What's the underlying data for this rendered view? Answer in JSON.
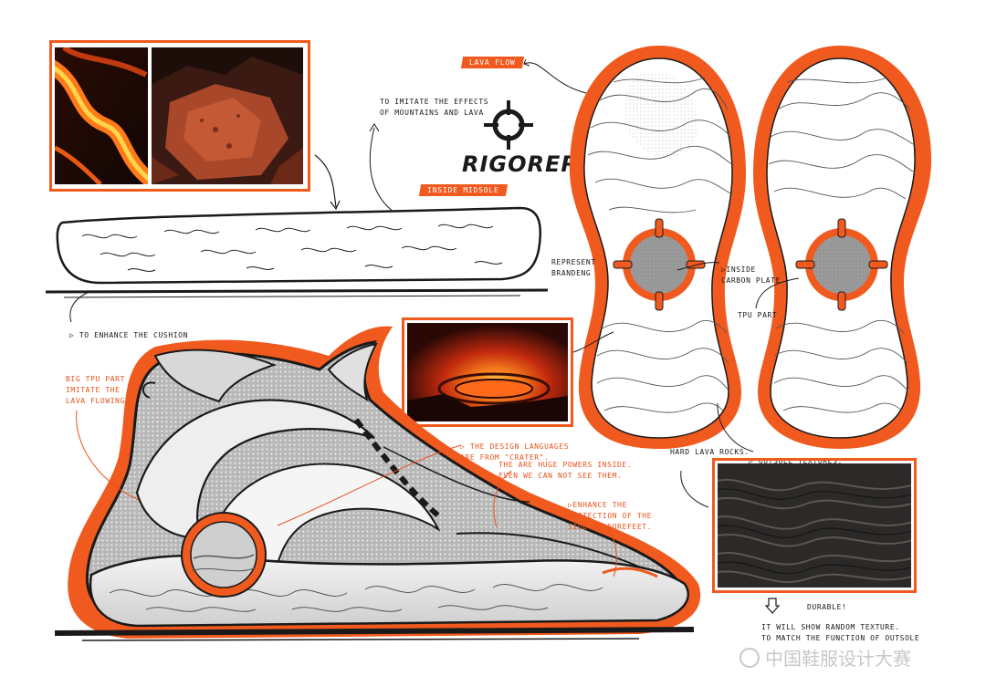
{
  "brand": {
    "name": "RIGORER",
    "logo_icon": "crosshair-logo-icon"
  },
  "colors": {
    "accent": "#f05a1e",
    "ink": "#1a1a1a",
    "paper": "#ffffff"
  },
  "labels": {
    "lava_flow": "LAVA FLOW",
    "inside_midsole": "INSIDE MIDSOLE"
  },
  "annotations": {
    "imitate_effects": "TO IMITATE THE EFFECTS\nOF MOUNTAINS AND LAVA",
    "enhance_cushion": "TO ENHANCE THE CUSHION",
    "represent_brand": "REPRESENT\nBRANDENG",
    "inside_carbon_plate": "INSIDE\nCARBON PLATE",
    "tpu_part": "TPU PART",
    "big_tpu_part": "BIG TPU PART\nIMITATE THE\nLAVA FLOWING",
    "design_languages": "THE DESIGN LANGUAGES\nARE FROM \"CRATER\".",
    "huge_powers": "THE ARE HUGE POWERS INSIDE.\nEVEN WE CAN NOT SEE THEM.",
    "enhance_protection": "ENHANCE THE\nPROTECTION OF THE\nSIDE ON FOREFEET.",
    "outsole_textures": "OUTSOLE TEXTURES.",
    "hard_lava_rocks": "HARD LAVA ROCKS.",
    "durable": "DURABLE!",
    "random_texture": "IT WILL SHOW RANDOM TEXTURE.\nTO MATCH THE FUNCTION OF OUTSOLE"
  },
  "watermark": {
    "text": "中国鞋服设计大赛",
    "icon": "wechat-icon"
  }
}
